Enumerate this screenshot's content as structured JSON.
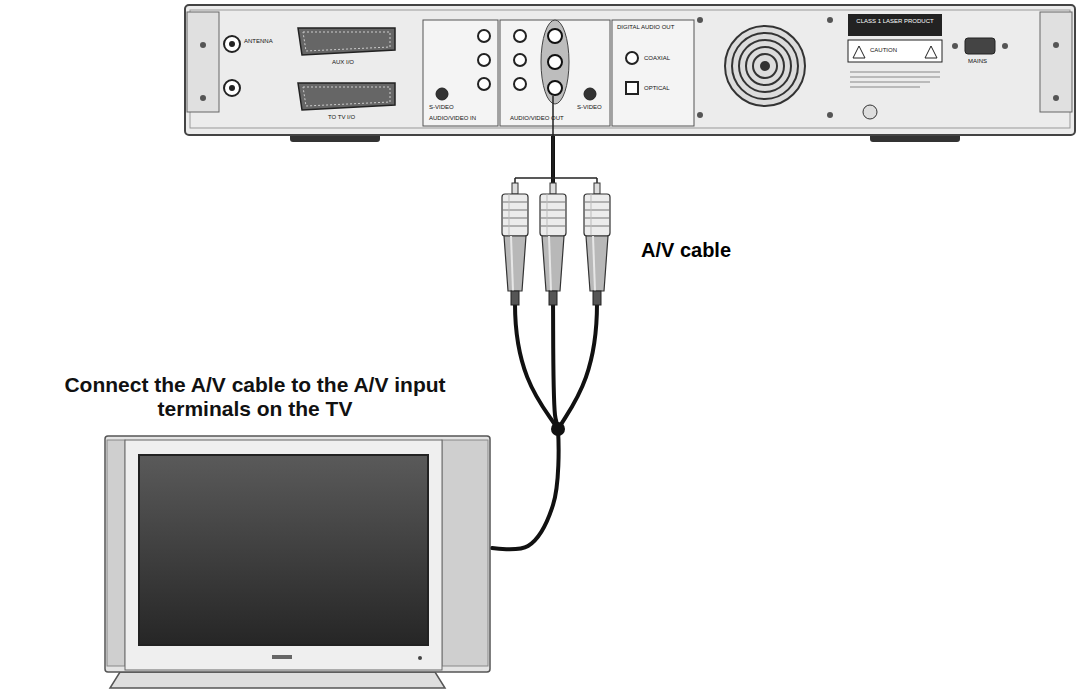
{
  "diagram": {
    "nodes": [
      {
        "text": [
          "ANTENNA",
          "AUX I/O",
          "TO TV I/O",
          "S-VIDEO",
          "AUDIO/VIDEO IN",
          "AUDIO/VIDEO OUT",
          "S-VIDEO",
          "DIGITAL AUDIO OUT",
          "COAXIAL",
          "OPTICAL",
          "CLASS 1 LASER PRODUCT",
          "CAUTION",
          "MAINS"
        ]
      },
      {
        "text": [
          "Connect the A/V cable to the A/V input terminals on the TV"
        ]
      }
    ],
    "edges": [
      {
        "from": 0,
        "to": 1,
        "arrow": "none",
        "label": "A/V cable"
      }
    ]
  }
}
